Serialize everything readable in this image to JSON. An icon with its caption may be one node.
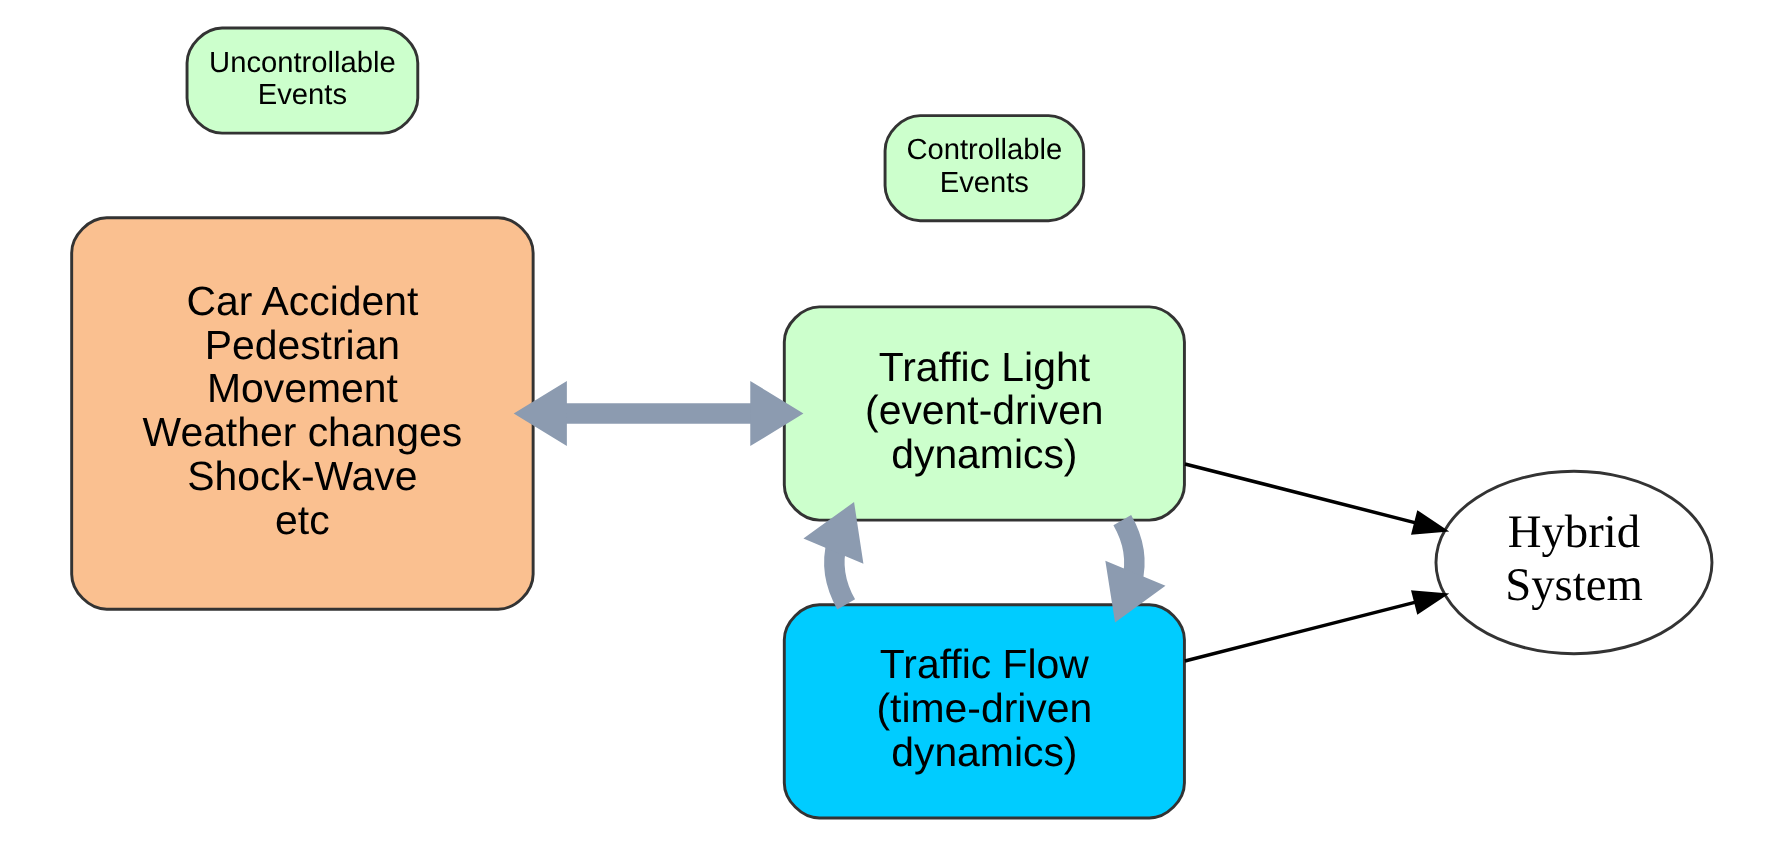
{
  "diagram": {
    "nodes": [
      {
        "text": [
          "Uncontrollable Events"
        ]
      },
      {
        "text": [
          "Controllable Events"
        ]
      },
      {
        "text": [
          "Car Accident",
          "Pedestrian Movement",
          "Weather changes",
          "Shock-Wave",
          "etc"
        ]
      },
      {
        "text": [
          "Traffic Light (event-driven dynamics)"
        ]
      },
      {
        "text": [
          "Traffic Flow (time-driven dynamics)"
        ]
      },
      {
        "text": [
          "Hybrid System"
        ]
      }
    ],
    "edges": [
      {
        "from": 2,
        "to": 3,
        "arrow": "both"
      },
      {
        "from": 3,
        "to": 4,
        "arrow": "to"
      },
      {
        "from": 4,
        "to": 3,
        "arrow": "to"
      },
      {
        "from": 3,
        "to": 5,
        "arrow": "to",
        "color": "#000000"
      },
      {
        "from": 4,
        "to": 5,
        "arrow": "to",
        "color": "#000000"
      }
    ]
  }
}
